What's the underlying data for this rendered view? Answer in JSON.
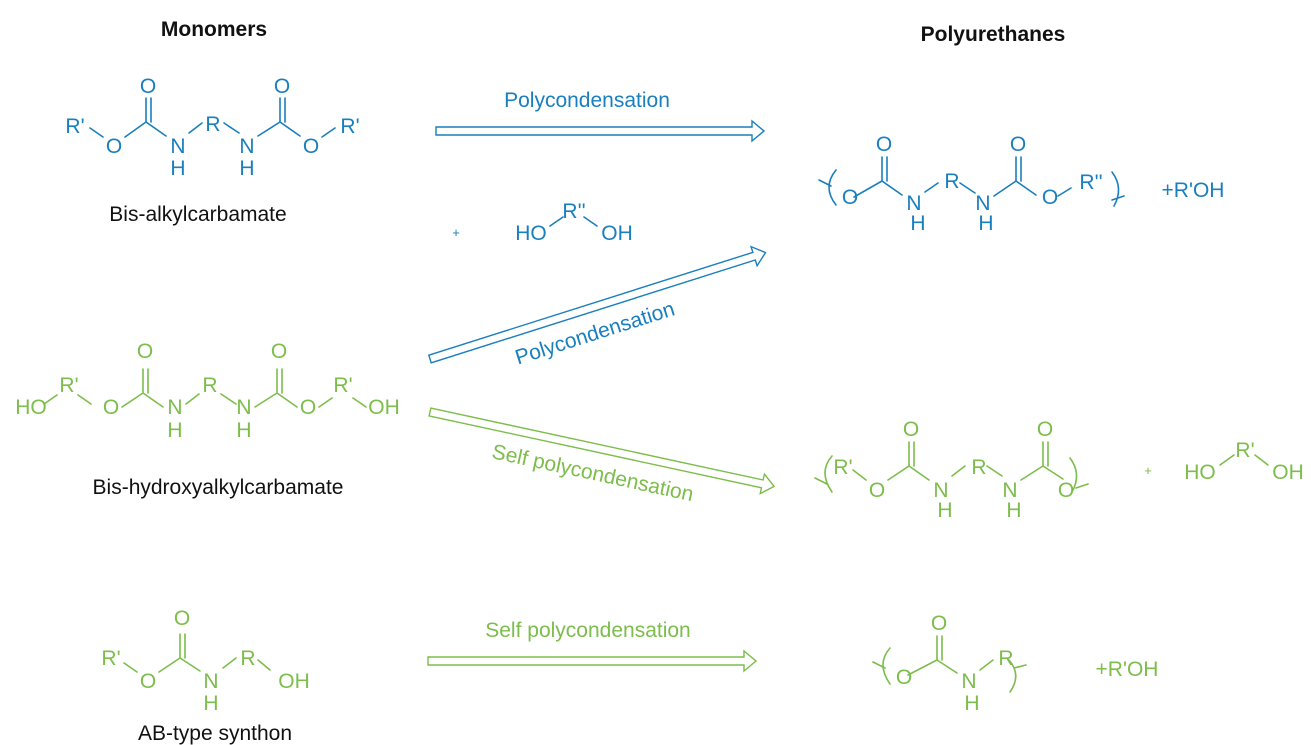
{
  "colors": {
    "blue": "#1a7fbf",
    "green": "#7cbd4b",
    "black": "#111111"
  },
  "headers": {
    "monomers": "Monomers",
    "polyurethanes": "Polyurethanes"
  },
  "monomers": {
    "bis_alkylcarbamate": {
      "name": "Bis-alkylcarbamate",
      "atoms": {
        "r_prime_left": "R'",
        "o_ester_left": "O",
        "o_carbonyl_left": "O",
        "n_left": "N",
        "h_left": "H",
        "r_center": "R",
        "n_right": "N",
        "h_right": "H",
        "o_carbonyl_right": "O",
        "o_ester_right": "O",
        "r_prime_right": "R'"
      }
    },
    "diol": {
      "plus": "+",
      "ho": "HO",
      "r_double_prime": "R''",
      "oh": "OH"
    },
    "bis_hydroxyalkylcarbamate": {
      "name": "Bis-hydroxyalkylcarbamate",
      "atoms": {
        "ho_left": "HO",
        "r_prime_left": "R'",
        "o_ester_left": "O",
        "o_carbonyl_left": "O",
        "n_left": "N",
        "h_left": "H",
        "r_center": "R",
        "n_right": "N",
        "h_right": "H",
        "o_carbonyl_right": "O",
        "o_ester_right": "O",
        "r_prime_right": "R'",
        "oh_right": "OH"
      }
    },
    "ab_type_synthon": {
      "name": "AB-type synthon",
      "atoms": {
        "r_prime": "R'",
        "o_ester": "O",
        "o_carbonyl": "O",
        "n": "N",
        "h": "H",
        "r": "R",
        "oh": "OH"
      }
    }
  },
  "arrows": {
    "top": "Polycondensation",
    "diagonal_up": "Polycondensation",
    "diagonal_down": "Self polycondensation",
    "bottom": "Self polycondensation"
  },
  "products": {
    "pu_blue": {
      "atoms": {
        "o_ester_left": "O",
        "o_carbonyl_left": "O",
        "n_left": "N",
        "h_left": "H",
        "r_center": "R",
        "n_right": "N",
        "h_right": "H",
        "o_carbonyl_right": "O",
        "o_ester_right": "O",
        "r_double_prime": "R''"
      },
      "byproduct": "+R'OH"
    },
    "pu_green": {
      "atoms": {
        "r_prime": "R'",
        "o_ester": "O",
        "o_carbonyl_left": "O",
        "n_left": "N",
        "h_left": "H",
        "r_center": "R",
        "n_right": "N",
        "h_right": "H",
        "o_carbonyl_right": "O",
        "o_ester_right": "O"
      },
      "plus": "+",
      "byproduct": {
        "ho": "HO",
        "r_prime": "R'",
        "oh": "OH"
      }
    },
    "pu_ab": {
      "atoms": {
        "o_ester": "O",
        "o_carbonyl": "O",
        "n": "N",
        "h": "H",
        "r": "R"
      },
      "byproduct": "+R'OH"
    }
  }
}
